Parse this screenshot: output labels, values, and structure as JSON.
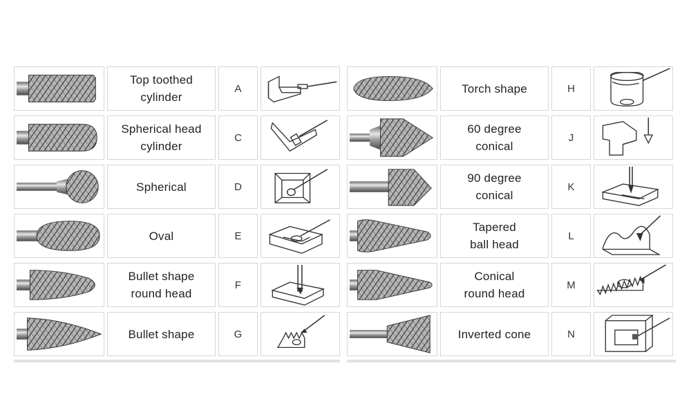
{
  "left_rows": [
    {
      "name": "Top toothed\ncylinder",
      "letter": "A",
      "burr": "cylinder-icon",
      "app": "slot-edge-icon"
    },
    {
      "name": "Spherical head\ncylinder",
      "letter": "C",
      "burr": "ball-nose-cylinder-icon",
      "app": "angle-inside-icon"
    },
    {
      "name": "Spherical",
      "letter": "D",
      "burr": "ball-icon",
      "app": "box-inside-corner-icon"
    },
    {
      "name": "Oval",
      "letter": "E",
      "burr": "oval-icon",
      "app": "groove-weld-icon"
    },
    {
      "name": "Bullet shape\nround head",
      "letter": "F",
      "burr": "bullet-round-icon",
      "app": "vertical-hole-icon"
    },
    {
      "name": "Bullet shape",
      "letter": "G",
      "burr": "bullet-icon",
      "app": "gear-teeth-icon"
    }
  ],
  "right_rows": [
    {
      "name": "Torch shape",
      "letter": "H",
      "burr": "torch-icon",
      "app": "cylinder-head-icon"
    },
    {
      "name": "60 degree\nconical",
      "letter": "J",
      "burr": "cone-60-icon",
      "app": "t-block-icon"
    },
    {
      "name": "90 degree\nconical",
      "letter": "K",
      "burr": "cone-90-icon",
      "app": "plate-hole-icon"
    },
    {
      "name": "Tapered\nball head",
      "letter": "L",
      "burr": "tapered-ball-icon",
      "app": "curved-block-icon"
    },
    {
      "name": "Conical\nround head",
      "letter": "M",
      "burr": "conical-round-icon",
      "app": "saw-gear-icon"
    },
    {
      "name": "Inverted cone",
      "letter": "N",
      "burr": "inverted-cone-icon",
      "app": "hollow-box-icon"
    }
  ]
}
